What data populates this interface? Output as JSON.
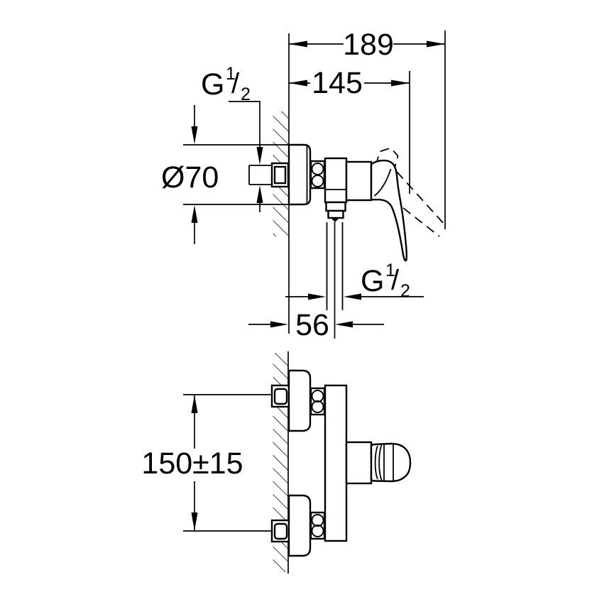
{
  "drawing": {
    "type": "technical-installation-diagram",
    "subject": "wall-mounted single-lever shower mixer",
    "colors": {
      "line": "#000000",
      "background": "#ffffff"
    }
  },
  "labels": {
    "dim_189": "189",
    "dim_145": "145",
    "dim_diameter": "Ø70",
    "dim_56": "56",
    "dim_150": "150±15",
    "thread_inlet": {
      "g": "G",
      "num": "1",
      "slash": "/",
      "den": "2"
    },
    "thread_outlet": {
      "g": "G",
      "num": "1",
      "slash": "/",
      "den": "2"
    }
  }
}
